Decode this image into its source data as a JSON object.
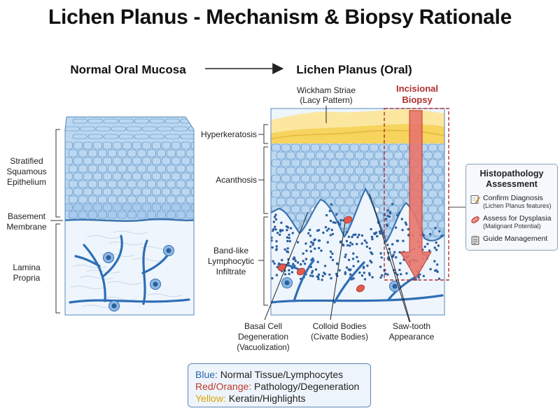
{
  "title": "Lichen Planus - Mechanism & Biopsy Rationale",
  "normal_heading": "Normal Oral Mucosa",
  "lp_heading": "Lichen Planus (Oral)",
  "normal_labels": {
    "epithelium": [
      "Stratified",
      "Squamous",
      "Epithelium"
    ],
    "membrane": [
      "Basement",
      "Membrane"
    ],
    "lamina": [
      "Lamina",
      "Propria"
    ]
  },
  "lp_labels": {
    "wickham": [
      "Wickham Striae",
      "(Lacy Pattern)"
    ],
    "hyperkeratosis": "Hyperkeratosis",
    "acanthosis": "Acanthosis",
    "infiltrate": [
      "Band-like",
      "Lymphocytic",
      "Infiltrate"
    ],
    "basal": [
      "Basal Cell",
      "Degeneration",
      "(Vacuolization)"
    ],
    "colloid": [
      "Colloid Bodies",
      "(Civatte Bodies)"
    ],
    "sawtooth": [
      "Saw-tooth",
      "Appearance"
    ]
  },
  "biopsy": [
    "Incisional",
    "Biopsy"
  ],
  "histo": {
    "title": [
      "Histopathology",
      "Assessment"
    ],
    "items": [
      {
        "icon": "pencil-note-icon",
        "label": "Confirm Diagnosis",
        "sub": "(Lichen Planus features)"
      },
      {
        "icon": "pill-icon",
        "label": "Assess for Dysplasia",
        "sub": "(Malignant Potential)"
      },
      {
        "icon": "clipboard-icon",
        "label": "Guide Management",
        "sub": ""
      }
    ]
  },
  "legend": [
    {
      "key": "Blue:",
      "text": " Normal Tissue/Lymphocytes",
      "color": "#2a64a8"
    },
    {
      "key": "Red/Orange:",
      "text": " Pathology/Degeneration",
      "color": "#c0392b"
    },
    {
      "key": "Yellow:",
      "text": " Keratin/Highlights",
      "color": "#d9a400"
    }
  ],
  "colors": {
    "epithelium": "#bcd8f1",
    "cell_line": "#4f86bf",
    "keratin": "#f6d45e",
    "lamina": "#eef5fc",
    "vessel": "#2f6eb5",
    "pathology": "#e25b4a"
  }
}
